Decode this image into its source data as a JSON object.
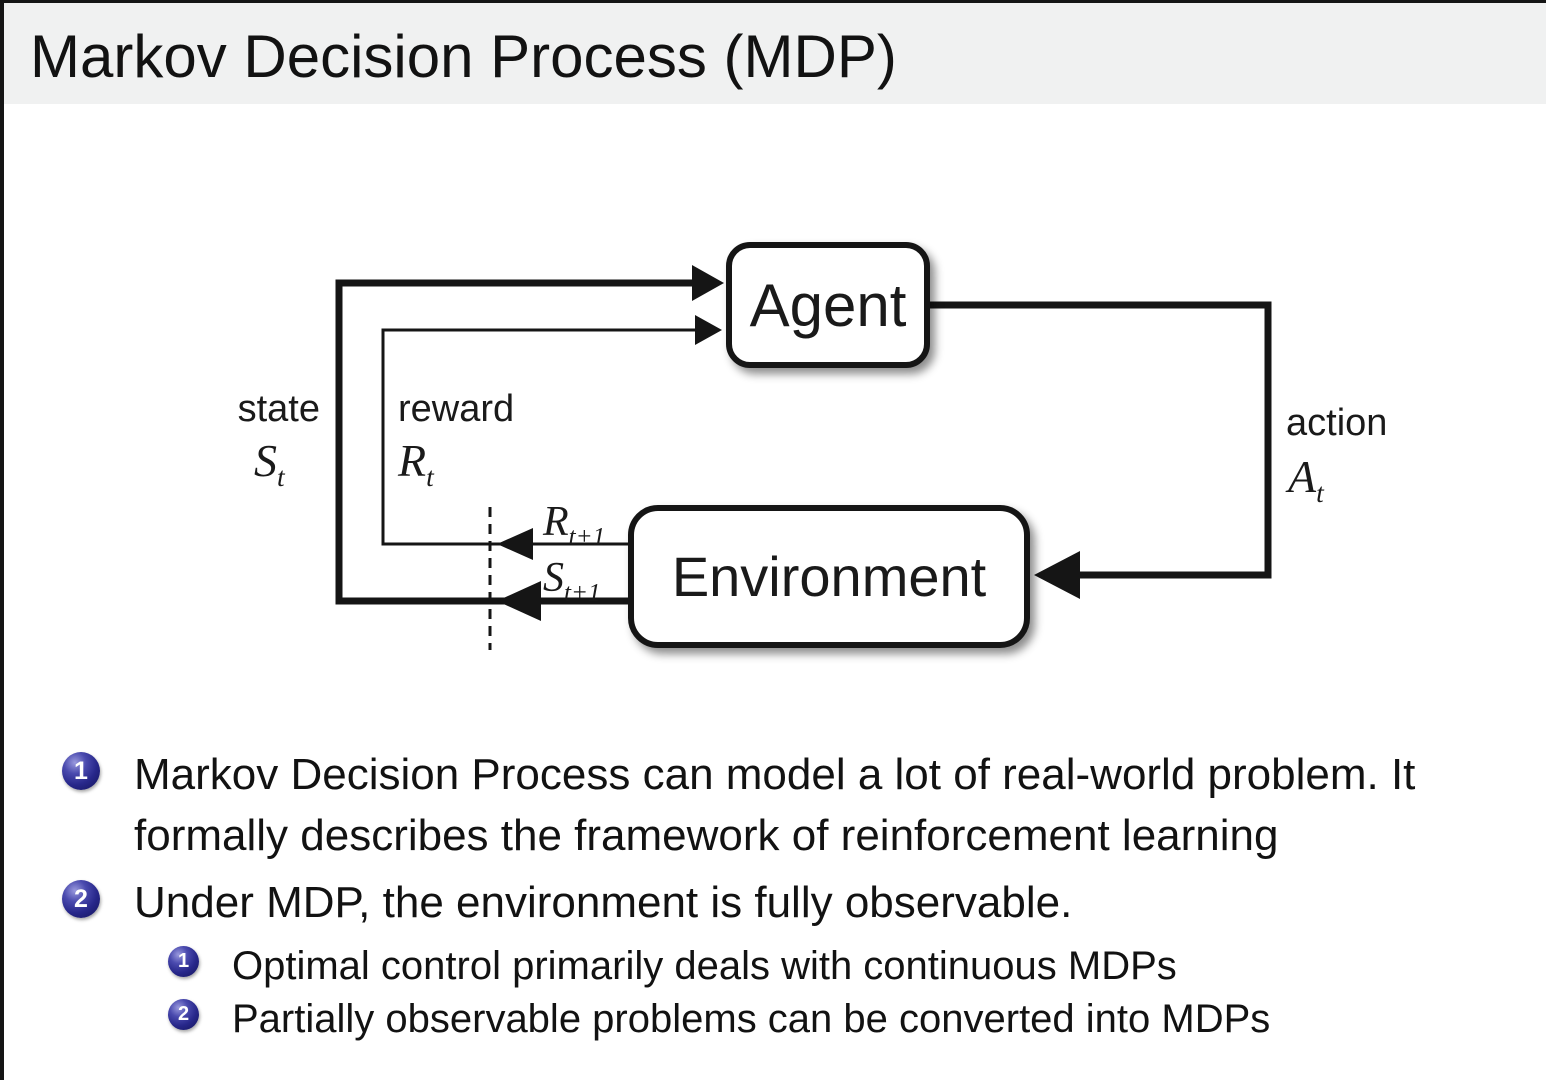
{
  "title": {
    "text": "Markov Decision Process (MDP)"
  },
  "diagram": {
    "agent_label": "Agent",
    "environment_label": "Environment",
    "state": {
      "label": "state",
      "symbol": "S",
      "sub": "t"
    },
    "reward": {
      "label": "reward",
      "symbol": "R",
      "sub": "t"
    },
    "action": {
      "label": "action",
      "symbol": "A",
      "sub": "t"
    },
    "reward_next": {
      "symbol": "R",
      "sub": "t+1"
    },
    "state_next": {
      "symbol": "S",
      "sub": "t+1"
    }
  },
  "bullets": [
    {
      "num": "1",
      "text": "Markov Decision Process can model a lot of real-world problem. It formally describes the framework of reinforcement learning"
    },
    {
      "num": "2",
      "text": "Under MDP, the environment is fully observable.",
      "sub": [
        {
          "num": "1",
          "text": "Optimal control primarily deals with continuous MDPs"
        },
        {
          "num": "2",
          "text": "Partially observable problems can be converted into MDPs"
        }
      ]
    }
  ],
  "colors": {
    "title_bg": "#f0f1f1",
    "badge_blue": "#27278a",
    "line_black": "#151515",
    "background": "#ffffff"
  }
}
